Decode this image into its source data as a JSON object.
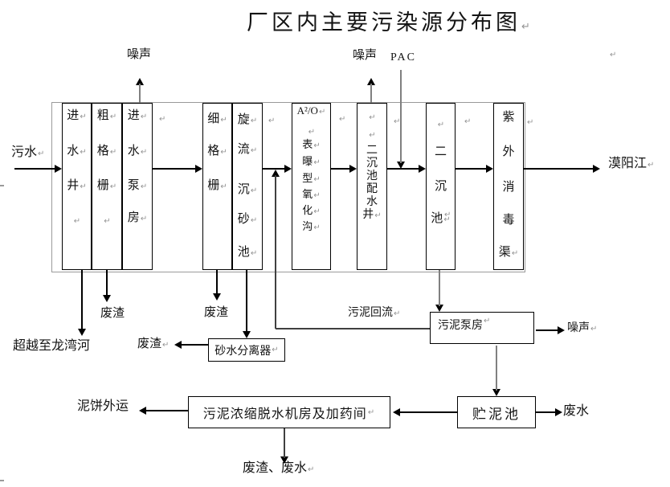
{
  "title": {
    "text": "厂区内主要污染源分布图",
    "mark": true
  },
  "paragraph_mark": "↵",
  "colors": {
    "line": "#000000",
    "secondary_line": "#808080",
    "dark_line": "#404040",
    "mark": "#949494",
    "boundary": "#9a9a9a",
    "box_border": "#000000",
    "background": "#ffffff"
  },
  "flow_boxes": [
    {
      "id": "jinshuijing",
      "name": "process-box-inlet-well",
      "items": [
        {
          "c": "进",
          "m": true
        },
        {
          "c": "水",
          "m": true
        },
        {
          "c": "井",
          "m": true
        },
        {
          "c": "",
          "m": true
        }
      ]
    },
    {
      "id": "cugeshan",
      "name": "process-box-coarse-screen",
      "items": [
        {
          "c": "粗",
          "m": true
        },
        {
          "c": "格",
          "m": true
        },
        {
          "c": "栅",
          "m": true
        },
        {
          "c": "",
          "m": true
        }
      ]
    },
    {
      "id": "jinshuibengfang",
      "name": "process-box-inlet-pump-house",
      "items": [
        {
          "c": "进",
          "m": true
        },
        {
          "c": "水",
          "m": true
        },
        {
          "c": "泵",
          "m": true
        },
        {
          "c": "房",
          "m": true
        }
      ]
    },
    {
      "id": "xigeshan",
      "name": "process-box-fine-screen",
      "items": [
        {
          "c": "细",
          "m": true
        },
        {
          "c": "格",
          "m": true
        },
        {
          "c": "栅",
          "m": true
        }
      ]
    },
    {
      "id": "xuanliu",
      "name": "process-box-vortex-grit-chamber",
      "items": [
        {
          "c": "旋",
          "m": true
        },
        {
          "c": "流",
          "m": true
        },
        {
          "c": "沉",
          "m": true
        },
        {
          "c": "砂",
          "m": true
        },
        {
          "c": "池",
          "m": true
        }
      ]
    },
    {
      "id": "a2o",
      "name": "process-box-a2o-oxidation-ditch",
      "items": [
        {
          "c": "A²/O",
          "m": true
        },
        {
          "c": "",
          "m": true
        },
        {
          "c": "表",
          "m": true
        },
        {
          "c": "曝",
          "m": true
        },
        {
          "c": "型",
          "m": true
        },
        {
          "c": "氧",
          "m": true
        },
        {
          "c": "化",
          "m": true
        },
        {
          "c": "沟",
          "m": true
        }
      ]
    },
    {
      "id": "peishuijing",
      "name": "process-box-clarifier-distribution-well",
      "items": [
        {
          "c": "",
          "m": true
        },
        {
          "c": "",
          "m": true
        },
        {
          "c": "二",
          "m": false
        },
        {
          "c": "沉",
          "m": false
        },
        {
          "c": "池",
          "m": false
        },
        {
          "c": "配",
          "m": false
        },
        {
          "c": "水",
          "m": false
        },
        {
          "c": "井",
          "m": true
        }
      ]
    },
    {
      "id": "erchenchi",
      "name": "process-box-secondary-clarifier",
      "items": [
        {
          "c": "",
          "m": true
        },
        {
          "c": "二",
          "m": false
        },
        {
          "c": "沉",
          "m": false
        },
        {
          "c": "池",
          "m": true
        }
      ]
    },
    {
      "id": "ziwai",
      "name": "process-box-uv-disinfection-channel",
      "items": [
        {
          "c": "紫",
          "m": false
        },
        {
          "c": "外",
          "m": false
        },
        {
          "c": "消",
          "m": false
        },
        {
          "c": "毒",
          "m": false
        },
        {
          "c": "渠",
          "m": true
        }
      ]
    }
  ],
  "sub_boxes": [
    {
      "id": "shashuifenliqi",
      "name": "box-sand-water-separator",
      "text": "砂水分离器",
      "mark": true
    },
    {
      "id": "wunibengfang",
      "name": "box-sludge-pump-house",
      "text": "污泥泵房",
      "mark": true
    },
    {
      "id": "zhunichi",
      "name": "box-sludge-storage-tank",
      "text": "贮泥池",
      "mark": false
    },
    {
      "id": "nongsuo",
      "name": "box-sludge-thickening-dewatering-dosing-room",
      "text": "污泥浓缩脱水机房及加药间",
      "mark": true
    }
  ],
  "labels": {
    "wushui": {
      "text": "污水",
      "mark": true
    },
    "zaosheng_top_left": {
      "text": "噪声",
      "mark": false
    },
    "zaosheng_top_mid": {
      "text": "噪声",
      "mark": false
    },
    "pac": {
      "text": "PAC",
      "mark": false
    },
    "moyangjiang": {
      "text": "漠阳江",
      "mark": true
    },
    "chaoyue": {
      "text": "超越至龙湾河",
      "mark": false
    },
    "feizha_cugeshan": {
      "text": "废渣",
      "mark": false
    },
    "feizha_xigeshan": {
      "text": "废渣",
      "mark": false
    },
    "feizha_shashui": {
      "text": "废渣",
      "mark": true
    },
    "wunihuiliu": {
      "text": "污泥回流",
      "mark": true
    },
    "zaosheng_right": {
      "text": "噪声",
      "mark": true
    },
    "feishui": {
      "text": "废水",
      "mark": false
    },
    "nibingwaiyun": {
      "text": "泥饼外运",
      "mark": false
    },
    "feizha_feishui": {
      "text": "废渣、废水",
      "mark": true
    }
  }
}
